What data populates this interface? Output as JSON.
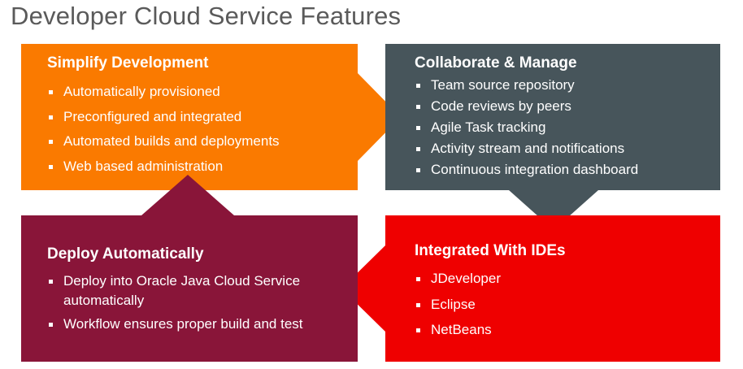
{
  "title": "Developer Cloud Service Features",
  "colors": {
    "orange": "#fa7a00",
    "slate": "#47555b",
    "maroon": "#891539",
    "red": "#ef0000"
  },
  "panels": {
    "simplify": {
      "heading": "Simplify Development",
      "items": [
        "Automatically provisioned",
        "Preconfigured and integrated",
        "Automated builds and deployments",
        "Web based administration"
      ]
    },
    "collaborate": {
      "heading": "Collaborate & Manage",
      "items": [
        "Team source repository",
        "Code reviews by peers",
        "Agile Task tracking",
        "Activity stream and notifications",
        "Continuous integration dashboard"
      ]
    },
    "deploy": {
      "heading": "Deploy Automatically",
      "items": [
        "Deploy into Oracle Java Cloud Service automatically",
        "Workflow ensures proper build and test"
      ]
    },
    "ides": {
      "heading": "Integrated With IDEs",
      "items": [
        "JDeveloper",
        "Eclipse",
        "NetBeans"
      ]
    }
  }
}
